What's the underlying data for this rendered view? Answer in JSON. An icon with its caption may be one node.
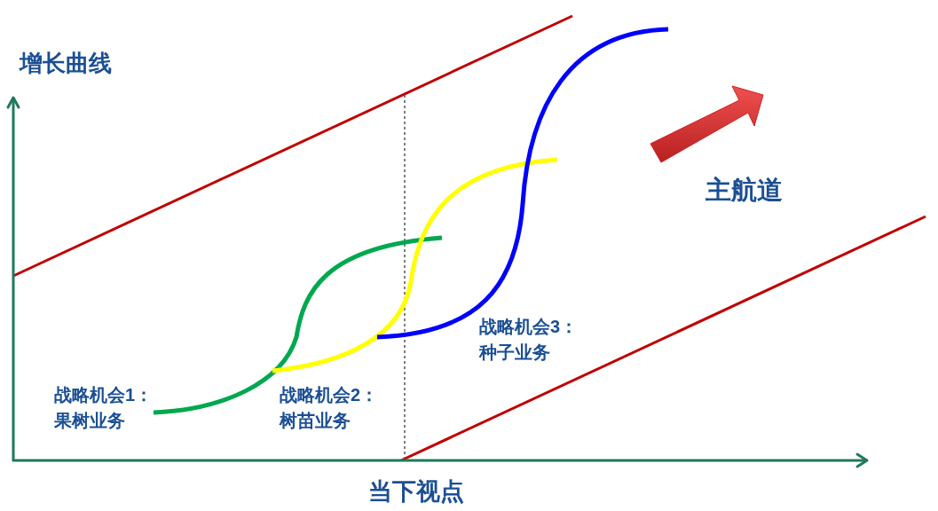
{
  "diagram": {
    "labels": [
      "增长曲线",
      "主航道",
      "战略机会3：种子业务",
      "战略机会1：果树业务",
      "战略机会2：树苗业务",
      "当下视点"
    ]
  }
}
